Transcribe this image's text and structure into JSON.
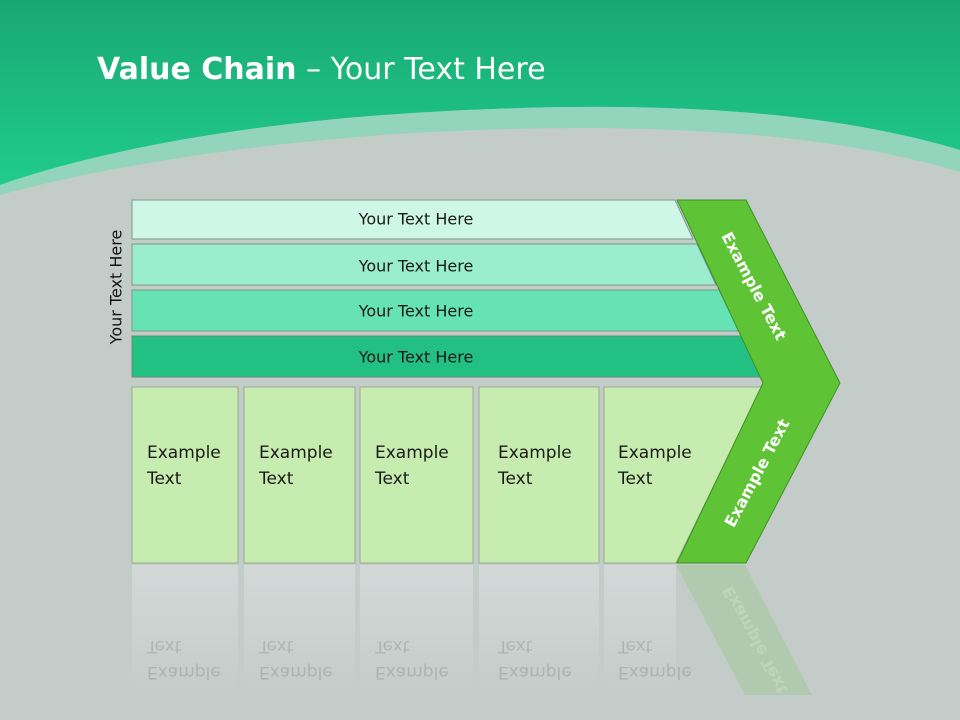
{
  "title": {
    "bold": "Value Chain",
    "rest": " – Your Text Here"
  },
  "side_label": "Your Text Here",
  "bars": [
    {
      "label": "Your Text Here",
      "color": "#cff7e8"
    },
    {
      "label": "Your Text Here",
      "color": "#9aeecf"
    },
    {
      "label": "Your Text Here",
      "color": "#66e3b5"
    },
    {
      "label": "Your Text Here",
      "color": "#22c083"
    }
  ],
  "boxes": [
    {
      "line1": "Example",
      "line2": "Text"
    },
    {
      "line1": "Example",
      "line2": "Text"
    },
    {
      "line1": "Example",
      "line2": "Text"
    },
    {
      "line1": "Example",
      "line2": "Text"
    },
    {
      "line1": "Example",
      "line2": "Text"
    }
  ],
  "chevron": {
    "upper": "Example Text",
    "lower": "Example Text"
  },
  "colors": {
    "header": "#1fc486",
    "chevron": "#5fc435",
    "box": "#c6ecaf",
    "background": "#c4ccca"
  }
}
